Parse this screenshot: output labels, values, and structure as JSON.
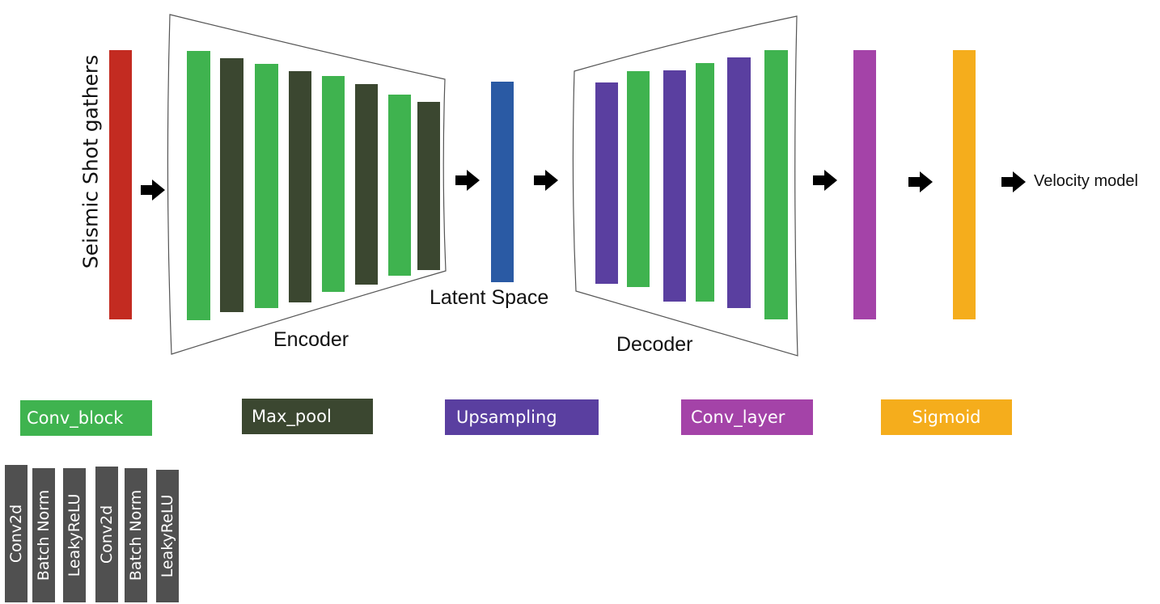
{
  "labels": {
    "input": "Seismic Shot gathers",
    "encoder": "Encoder",
    "latent": "Latent Space",
    "decoder": "Decoder",
    "output": "Velocity model"
  },
  "colors": {
    "input": "#c32b21",
    "conv_block": "#3fb34f",
    "max_pool": "#3b4730",
    "latent": "#2a5aa4",
    "upsampling": "#5a3fa0",
    "conv_layer": "#a443a8",
    "sigmoid": "#f5ad1c",
    "sub_block": "#505050"
  },
  "legend": [
    {
      "label": "Conv_block",
      "color": "#3fb34f",
      "align": "left"
    },
    {
      "label": "Max_pool",
      "color": "#3b4730",
      "align": "left"
    },
    {
      "label": "Upsampling",
      "color": "#5a3fa0",
      "align": "left"
    },
    {
      "label": "Conv_layer",
      "color": "#a443a8",
      "align": "left"
    },
    {
      "label": "Sigmoid",
      "color": "#f5ad1c",
      "align": "center"
    }
  ],
  "conv_block_steps": [
    "Conv2d",
    "Batch Norm",
    "LeakyReLU",
    "Conv2d",
    "Batch Norm",
    "LeakyReLU"
  ]
}
